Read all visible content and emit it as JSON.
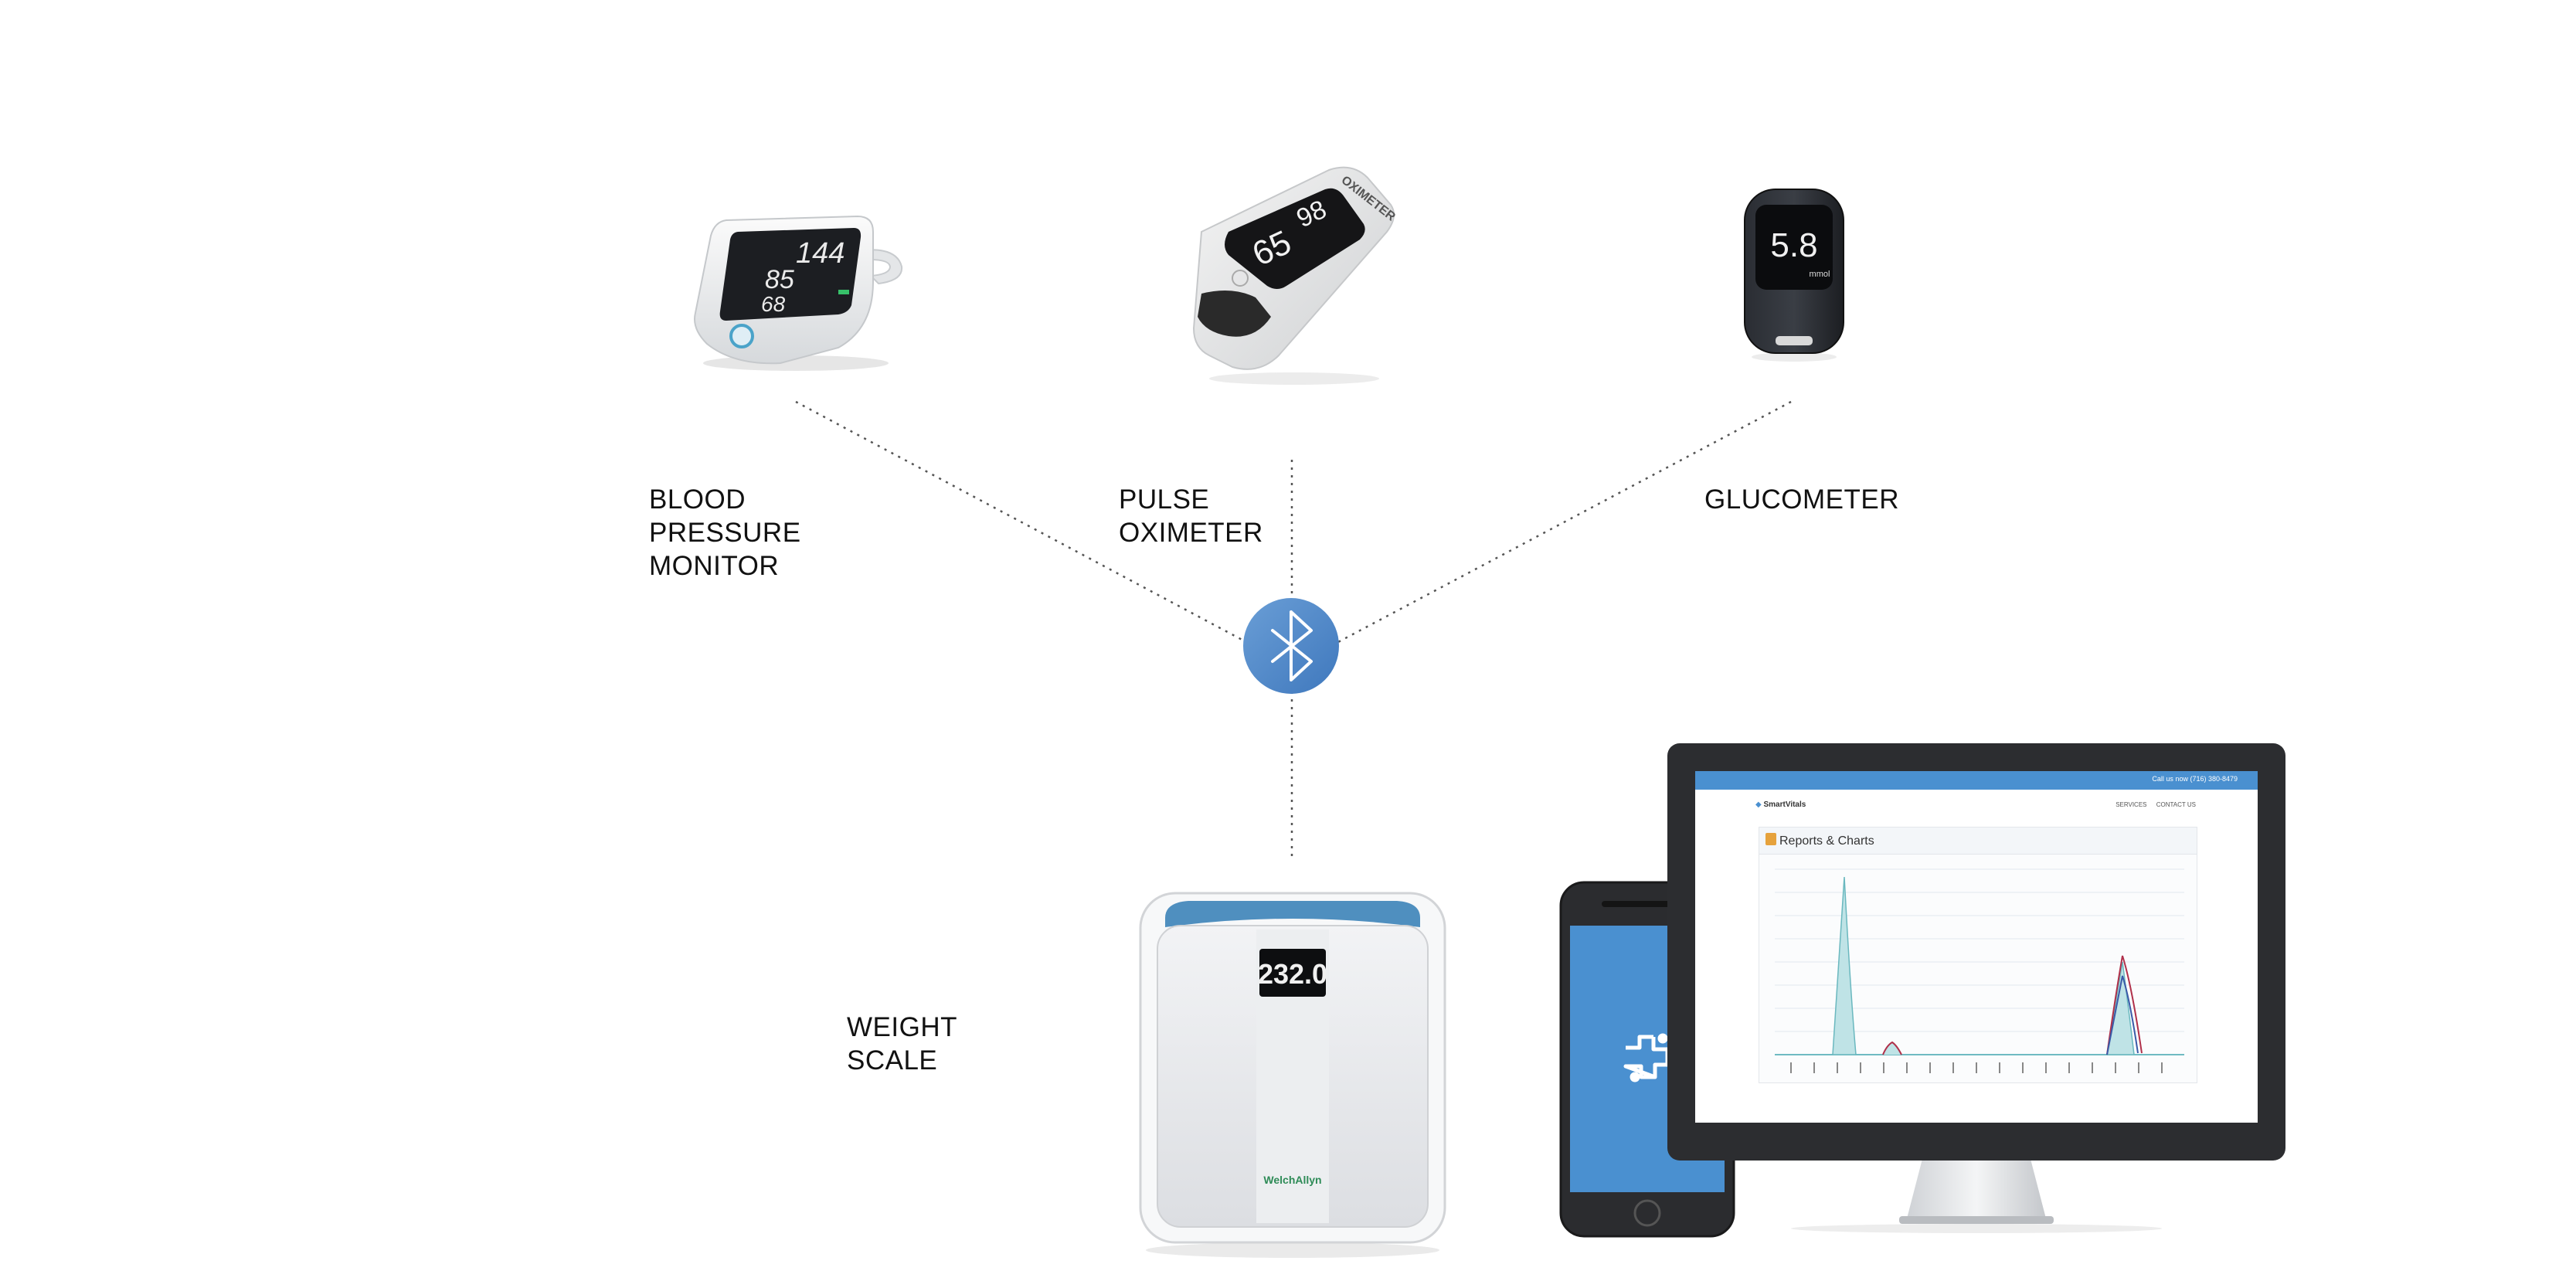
{
  "labels": {
    "bp_monitor": "BLOOD\nPRESSURE\nMONITOR",
    "oximeter": "PULSE\nOXIMETER",
    "glucometer": "GLUCOMETER",
    "weight_scale": "WEIGHT\nSCALE"
  },
  "bp_display": {
    "systolic": "144",
    "diastolic": "85",
    "pulse": "68"
  },
  "oximeter_display": {
    "brand": "OXIMETER",
    "spo2": "98",
    "pulse": "65"
  },
  "glucometer_display": {
    "reading": "5.8",
    "unit": "mmol"
  },
  "scale_display": {
    "reading": "232.0",
    "brand": "WelchAllyn"
  },
  "monitor_screen": {
    "topbar": "Call us now (716) 380-8479",
    "logo": "SmartVitals",
    "nav": [
      "SERVICES",
      "CONTACT US"
    ],
    "chart_title": "Reports & Charts"
  },
  "connectivity": {
    "icon": "bluetooth-icon"
  },
  "colors": {
    "bluetooth": "#4a86c8",
    "phone_screen": "#4a90d0",
    "monitor_bar": "#4a90d0",
    "chart_fill": "#bfe3e6",
    "chart_line_red": "#b0304a",
    "chart_line_blue": "#3a5aa8"
  }
}
